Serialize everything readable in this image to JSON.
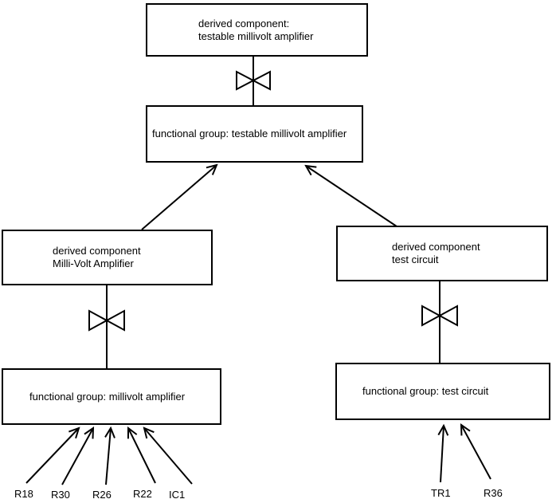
{
  "diagram": {
    "background_color": "#ffffff",
    "line_color": "#000000",
    "nodes": {
      "top_derived": {
        "line1": "derived component:",
        "line2": "testable millivolt amplifier"
      },
      "fg_testable": {
        "label": "functional group: testable millivolt amplifier"
      },
      "left_derived": {
        "line1": "derived component",
        "line2": "Milli-Volt Amplifier"
      },
      "right_derived": {
        "line1": "derived component",
        "line2": "test circuit"
      },
      "fg_millivolt": {
        "label": "functional group: millivolt amplifier"
      },
      "fg_test": {
        "label": "functional group: test circuit"
      }
    },
    "components_left": [
      "R18",
      "R30",
      "R26",
      "R22",
      "IC1"
    ],
    "components_right": [
      "TR1",
      "R36"
    ]
  }
}
